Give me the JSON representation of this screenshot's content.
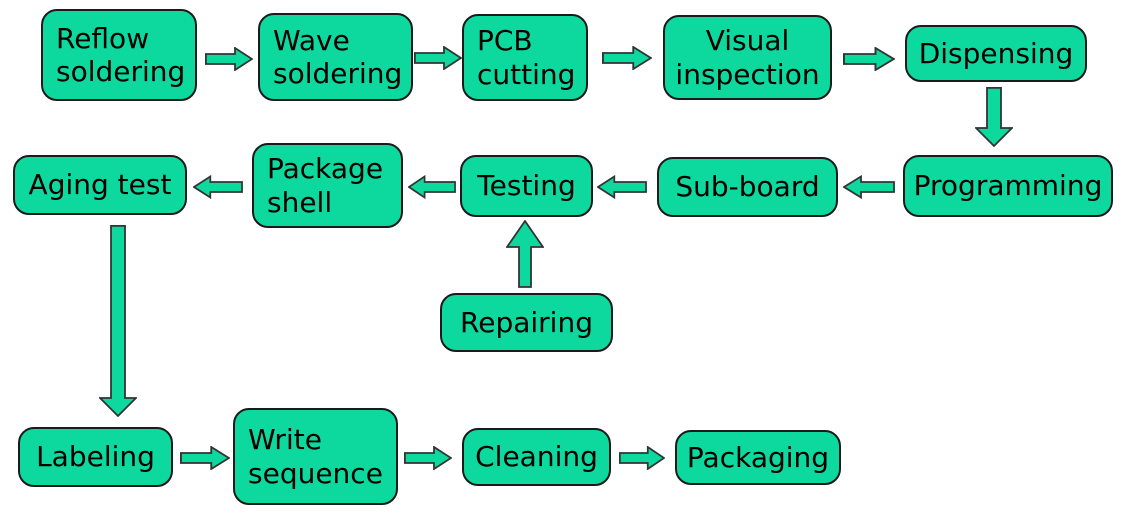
{
  "colors": {
    "background": "#ffffff",
    "node_fill": "#0DD99E",
    "node_border": "#1a1a1a",
    "arrow_fill": "#0DD99E",
    "arrow_outline": "#333333",
    "text": "#000000"
  },
  "diagram": {
    "type": "flowchart",
    "title": "",
    "nodes": {
      "reflow_soldering": {
        "label": "Reflow soldering"
      },
      "wave_soldering": {
        "label": "Wave soldering"
      },
      "pcb_cutting": {
        "label": "PCB cutting"
      },
      "visual_inspection": {
        "label": "Visual inspection"
      },
      "dispensing": {
        "label": "Dispensing"
      },
      "programming": {
        "label": "Programming"
      },
      "sub_board": {
        "label": "Sub-board"
      },
      "testing": {
        "label": "Testing"
      },
      "package_shell": {
        "label": "Package shell"
      },
      "aging_test": {
        "label": "Aging test"
      },
      "repairing": {
        "label": "Repairing"
      },
      "labeling": {
        "label": "Labeling"
      },
      "write_sequence": {
        "label": "Write sequence"
      },
      "cleaning": {
        "label": "Cleaning"
      },
      "packaging": {
        "label": "Packaging"
      }
    },
    "edges": [
      {
        "from": "Reflow soldering",
        "to": "Wave soldering",
        "direction": "right"
      },
      {
        "from": "Wave soldering",
        "to": "PCB cutting",
        "direction": "right"
      },
      {
        "from": "PCB cutting",
        "to": "Visual inspection",
        "direction": "right"
      },
      {
        "from": "Visual inspection",
        "to": "Dispensing",
        "direction": "right"
      },
      {
        "from": "Dispensing",
        "to": "Programming",
        "direction": "down"
      },
      {
        "from": "Programming",
        "to": "Sub-board",
        "direction": "left"
      },
      {
        "from": "Sub-board",
        "to": "Testing",
        "direction": "left"
      },
      {
        "from": "Repairing",
        "to": "Testing",
        "direction": "up"
      },
      {
        "from": "Testing",
        "to": "Package shell",
        "direction": "left"
      },
      {
        "from": "Package shell",
        "to": "Aging test",
        "direction": "left"
      },
      {
        "from": "Aging test",
        "to": "Labeling",
        "direction": "down"
      },
      {
        "from": "Labeling",
        "to": "Write sequence",
        "direction": "right"
      },
      {
        "from": "Write sequence",
        "to": "Cleaning",
        "direction": "right"
      },
      {
        "from": "Cleaning",
        "to": "Packaging",
        "direction": "right"
      }
    ]
  }
}
